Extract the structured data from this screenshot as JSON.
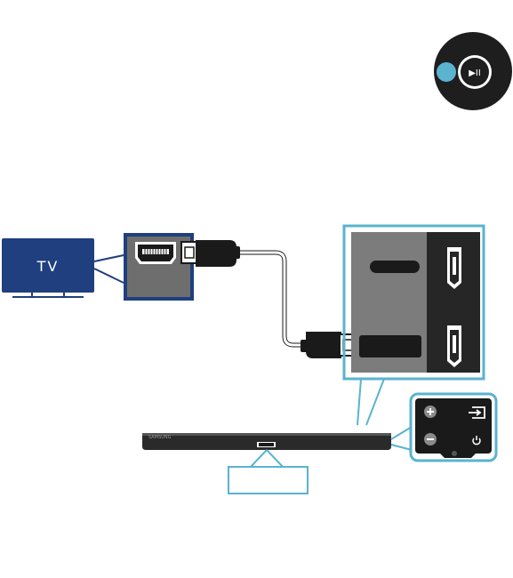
{
  "tv": {
    "label": "TV"
  },
  "soundbar": {
    "brand": "SAMSUNG"
  },
  "remote": {
    "play_pause_glyph": "▶II"
  },
  "colors": {
    "highlight": "#5ab3cf",
    "tv_navy": "#1f3f7e",
    "dark": "#1a1a1a",
    "gray_panel": "#6e6e6e"
  },
  "icons": [
    "play-pause-icon",
    "hdmi-port-icon",
    "plus-icon",
    "minus-icon",
    "input-source-icon",
    "power-icon"
  ]
}
